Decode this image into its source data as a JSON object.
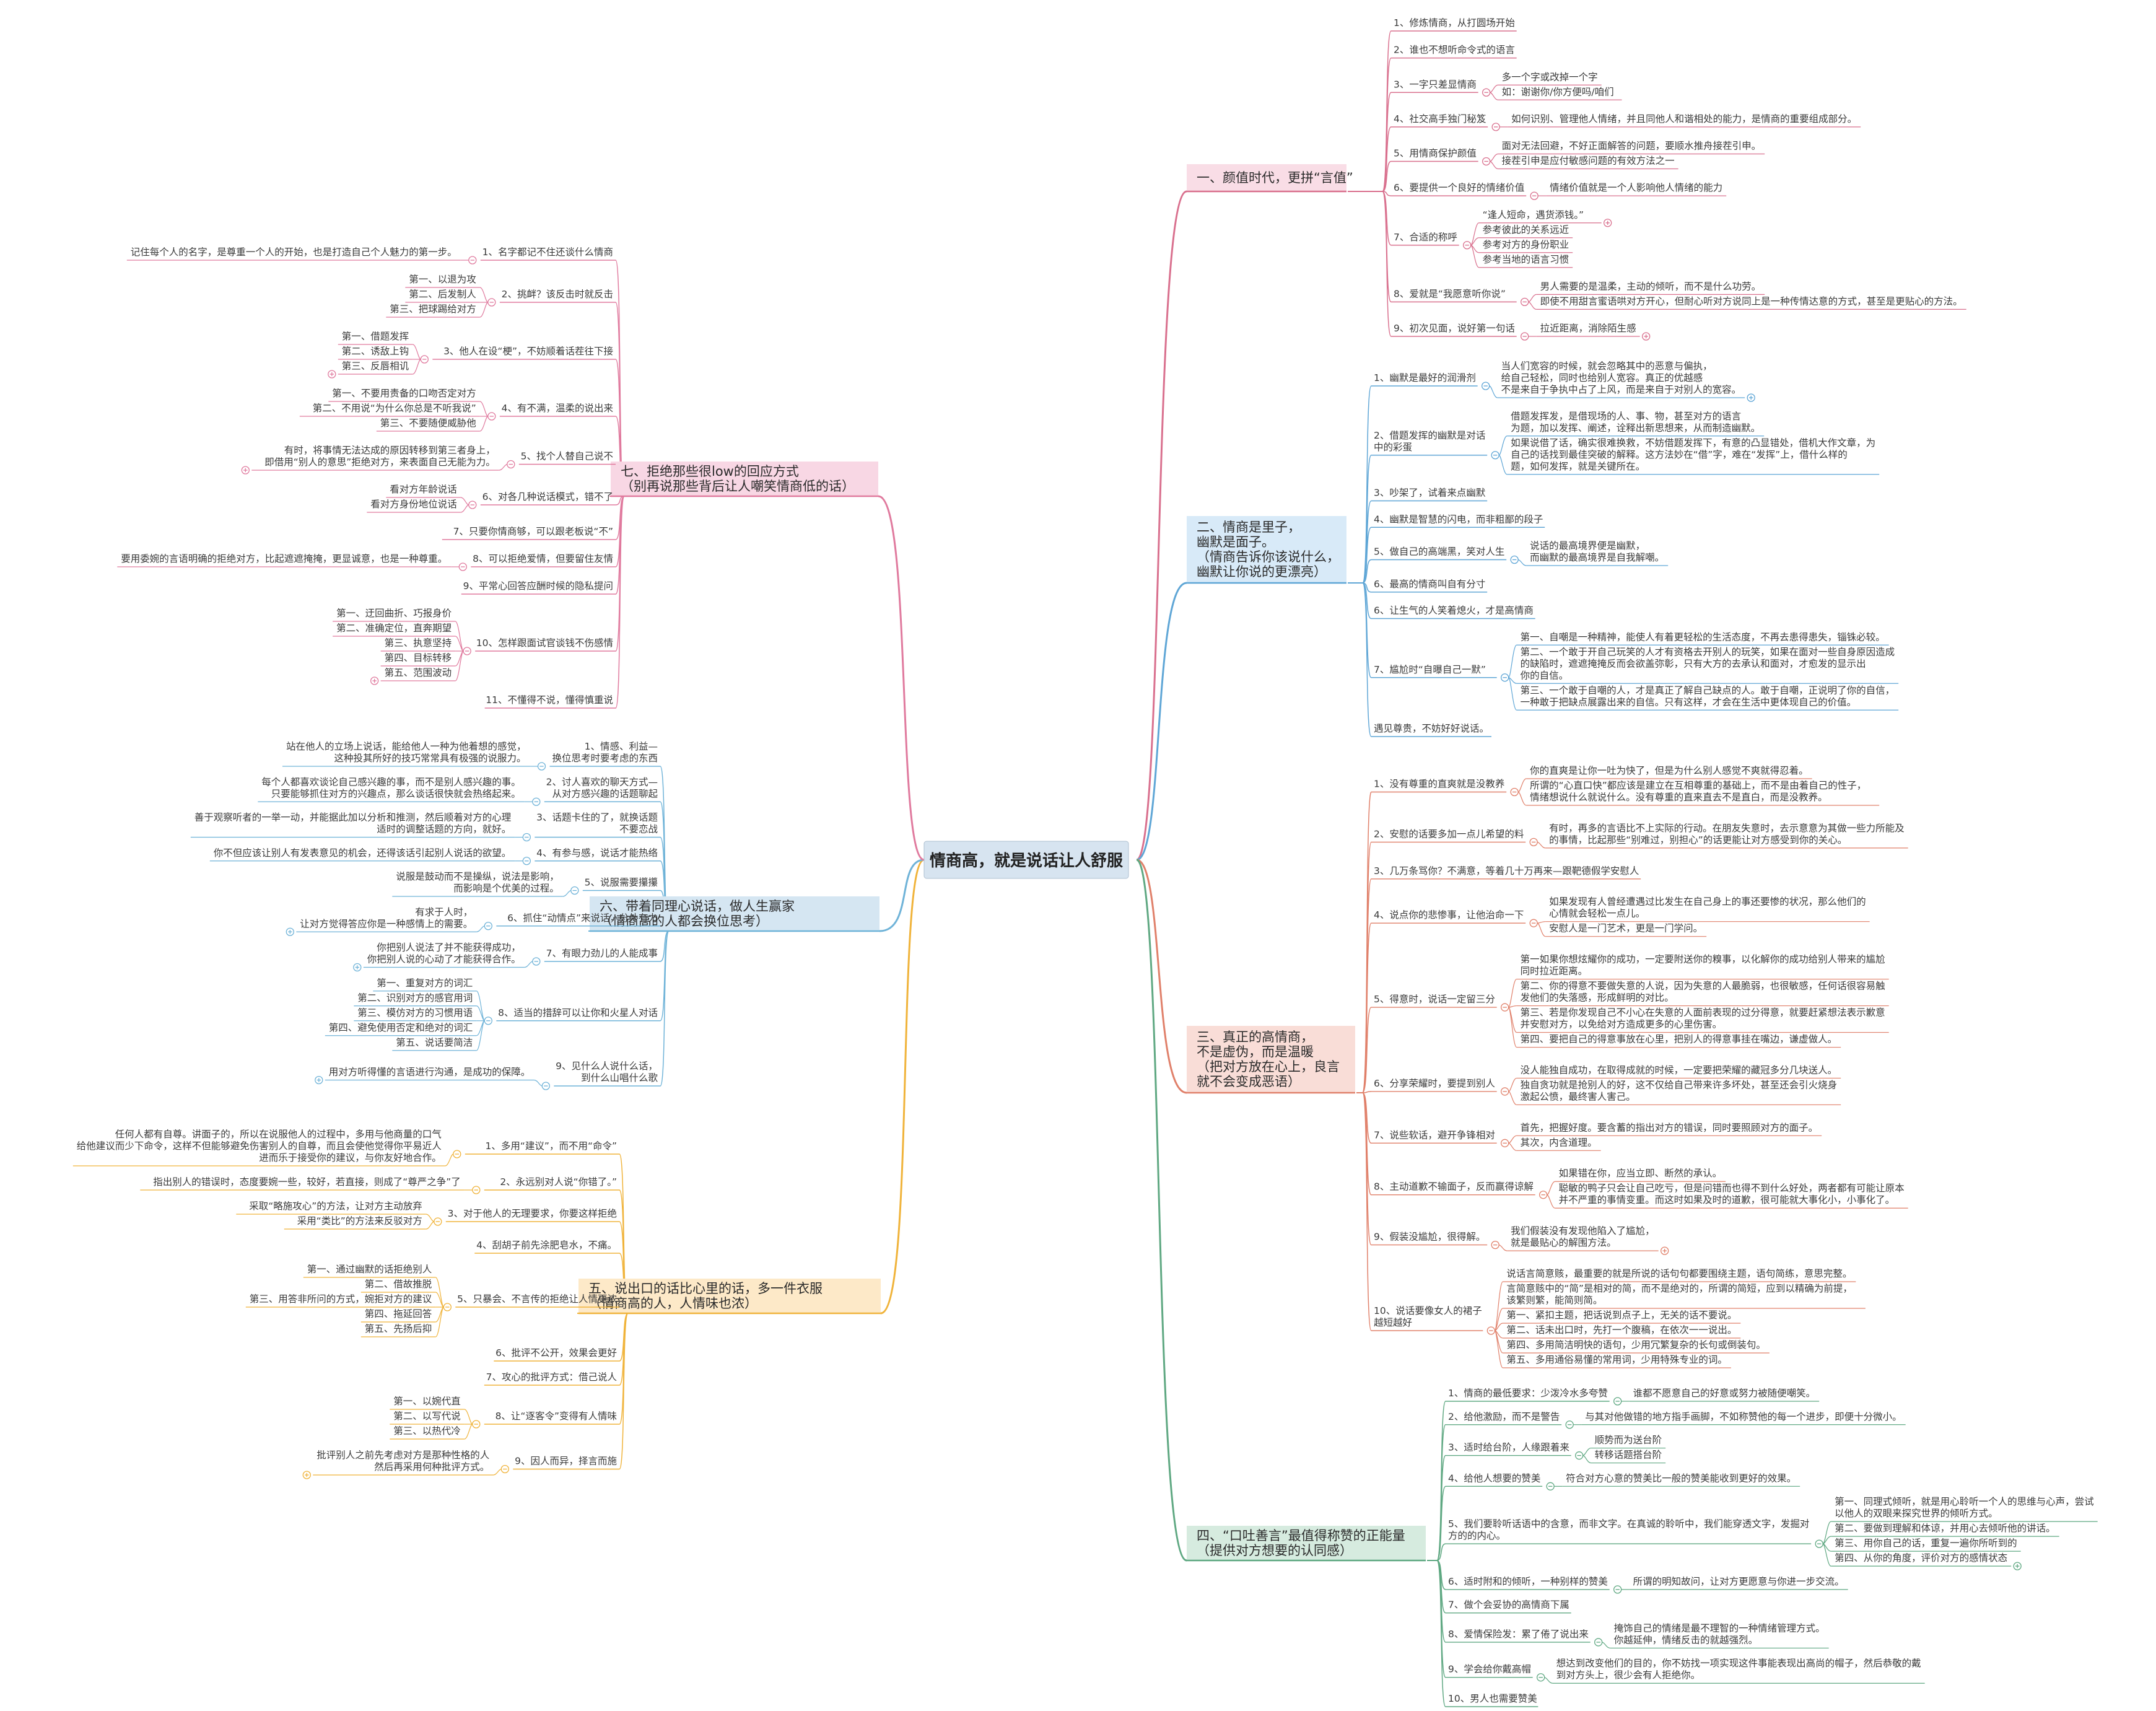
{
  "root": "情商高，就是说话让人舒服",
  "branches": [
    {
      "title": [
        "一、颜值时代，更拼“言值”"
      ],
      "color": "#d9708e",
      "bg": "#f9dde6",
      "children": [
        {
          "text": "1、修炼情商，从打圆场开始"
        },
        {
          "text": "2、谁也不想听命令式的语言"
        },
        {
          "text": "3、一字只差显情商",
          "children": [
            {
              "text": "多一个字或改掉一个字"
            },
            {
              "text": "如：谢谢你/你方便吗/咱们"
            }
          ]
        },
        {
          "text": "4、社交高手独门秘笈",
          "children": [
            {
              "text": "如何识别、管理他人情绪，并且同他人和谐相处的能力，是情商的重要组成部分。"
            }
          ]
        },
        {
          "text": "5、用情商保护颜值",
          "children": [
            {
              "text": "面对无法回避，不好正面解答的问题，要顺水推舟接茬引申。"
            },
            {
              "text": "接茬引申是应付敏感问题的有效方法之一"
            }
          ]
        },
        {
          "text": "6、要提供一个良好的情绪价值",
          "children": [
            {
              "text": "情绪价值就是一个人影响他人情绪的能力"
            }
          ]
        },
        {
          "text": "7、合适的称呼",
          "children": [
            {
              "text": "“逢人短命，遇货添钱。”",
              "collapsed": true
            },
            {
              "text": "参考彼此的关系远近"
            },
            {
              "text": "参考对方的身份职业"
            },
            {
              "text": "参考当地的语言习惯"
            }
          ]
        },
        {
          "text": "8、爱就是“我愿意听你说”",
          "children": [
            {
              "text": "男人需要的是温柔，主动的倾听，而不是什么功劳。"
            },
            {
              "text": "即使不用甜言蜜语哄对方开心，但耐心听对方说同上是一种传情达意的方式，甚至是更贴心的方法。"
            }
          ]
        },
        {
          "text": "9、初次见面，说好第一句话",
          "children": [
            {
              "text": "拉近距离，消除陌生感",
              "collapsed": true
            }
          ]
        }
      ]
    },
    {
      "title": [
        "二、情商是里子，",
        "幽默是面子。",
        "（情商告诉你该说什么，",
        "幽默让你说的更漂亮）"
      ],
      "color": "#5fa6d6",
      "bg": "#d8eaf8",
      "children": [
        {
          "text": "1、幽默是最好的润滑剂",
          "children": [
            {
              "text": "当人们宽容的时候，就会忽略其中的恶意与偏执，\n给自己轻松，同时也给别人宽容。真正的优越感\n不是来自于争执中占了上风，而是来自于对别人的宽容。",
              "collapsed": true
            }
          ]
        },
        {
          "text": "2、借题发挥的幽默是对话\n中的彩蛋",
          "children": [
            {
              "text": "借题发挥发，是借现场的人、事、物，甚至对方的语言\n为题，加以发挥、阐述，诠释出新思想来，从而制造幽默。"
            },
            {
              "text": "如果说借了话，确实很难换救，不妨借题发挥下，有意的凸显错处，借机大作文章，为\n自己的话找到最佳突破的解释。这方法妙在“借”字，难在“发挥”上，借什么样的\n题，如何发挥，就是关键所在。"
            }
          ]
        },
        {
          "text": "3、吵架了，试着来点幽默"
        },
        {
          "text": "4、幽默是智慧的闪电，而非粗鄙的段子"
        },
        {
          "text": "5、做自己的高端黑，笑对人生",
          "children": [
            {
              "text": "说话的最高境界便是幽默，\n而幽默的最高境界是自我解嘲。"
            }
          ]
        },
        {
          "text": "6、最高的情商叫自有分寸"
        },
        {
          "text": "6、让生气的人笑着熄火，才是高情商"
        },
        {
          "text": "7、尴尬时“自曝自己一默”",
          "children": [
            {
              "text": "第一、自嘲是一种精神，能使人有着更轻松的生活态度，不再去患得患失，锱铢必较。"
            },
            {
              "text": "第二、一个敢于开自己玩笑的人才有资格去开别人的玩笑，如果在面对一些自身原因造成\n的缺陷时，遮遮掩掩反而会欲盖弥彰，只有大方的去承认和面对，才愈发的显示出\n你的自信。"
            },
            {
              "text": "第三、一个敢于自嘲的人，才是真正了解自己缺点的人。敢于自嘲，正说明了你的自信，\n一种敢于把缺点展露出来的自信。只有这样，才会在生活中更体现自己的价值。"
            }
          ]
        },
        {
          "text": "遇见尊贵，不妨好好说话。"
        }
      ]
    },
    {
      "title": [
        "三、真正的高情商，",
        "不是虚伪，而是温暖",
        "（把对方放在心上，良言",
        "就不会变成恶语）"
      ],
      "color": "#e0806a",
      "bg": "#f9ddd7",
      "children": [
        {
          "text": "1、没有尊重的直爽就是没教养",
          "children": [
            {
              "text": "你的直爽是让你一吐为快了，但是为什么别人感觉不爽就得忍着。"
            },
            {
              "text": "所谓的“心直口快”都应该是建立在互相尊重的基础上，而不是由着自己的性子，\n情绪想说什么就说什么。没有尊重的直来直去不是直白，而是没教养。"
            }
          ]
        },
        {
          "text": "2、安慰的话要多加一点儿希望的料",
          "children": [
            {
              "text": "有时，再多的言语比不上实际的行动。在朋友失意时，去示意意为其做一些力所能及\n的事情，比起那些“别难过，别担心”的话更能让对方感受到你的关心。"
            }
          ]
        },
        {
          "text": "3、几万条骂你？不满意，等着几十万再来—跟靶德假学安慰人"
        },
        {
          "text": "4、说点你的悲惨事，让他治命一下",
          "children": [
            {
              "text": "如果发现有人曾经遭遇过比发生在自己身上的事还要惨的状况，那么他们的\n心情就会轻松一点儿。"
            },
            {
              "text": "安慰人是一门艺术，更是一门学问。"
            }
          ]
        },
        {
          "text": "5、得意时，说话一定留三分",
          "children": [
            {
              "text": "第一如果你想炫耀你的成功，一定要附送你的糗事，以化解你的成功给别人带来的尴尬\n同时拉近距离。"
            },
            {
              "text": "第二、你的得意不要做失意的人说，因为失意的人最脆弱，也很敏感，任何话很容易触\n发他们的失落感，形成鲜明的对比。"
            },
            {
              "text": "第三、若是你发现自己不小心在失意的人面前表现的过分得意，就要赶紧想法表示歉意\n并安慰对方，以免给对方造成更多的心里伤害。"
            },
            {
              "text": "第四、要把自己的得意事放在心里，把别人的得意事挂在嘴边，谦虚做人。"
            }
          ]
        },
        {
          "text": "6、分享荣耀时，要提到别人",
          "children": [
            {
              "text": "没人能独自成功，在取得成就的时候，一定要把荣耀的藏冠多分几块送人。"
            },
            {
              "text": "独自贪功就是抢别人的好，这不仅给自己带来许多坏处，甚至还会引火烧身\n激起公愤，最终害人害己。"
            }
          ]
        },
        {
          "text": "7、说些软话，避开争锋相对",
          "children": [
            {
              "text": "首先，把握好度。要含蓄的指出对方的错误，同时要照顾对方的面子。"
            },
            {
              "text": "其次，内含道理。"
            }
          ]
        },
        {
          "text": "8、主动道歉不输面子，反而赢得谅解",
          "children": [
            {
              "text": "如果错在你，应当立即、断然的承认。"
            },
            {
              "text": "聪敏的鸭子只会让自己吃亏，但是问错而也得不到什么好处，两者都有可能让原本\n并不严重的事情变重。而这时如果及时的道歉，很可能就大事化小，小事化了。"
            }
          ]
        },
        {
          "text": "9、假装没尴尬，很得解。",
          "children": [
            {
              "text": "我们假装没有发现他陷入了尴尬，\n就是最贴心的解围方法。",
              "collapsed": true
            }
          ]
        },
        {
          "text": "10、说话要像女人的裙子\n越短越好",
          "children": [
            {
              "text": "说话言简意赅，最重要的就是所说的话句句都要围绕主题，语句简练，意思完整。"
            },
            {
              "text": "言简意赅中的“简”是相对的简，而不是绝对的，所谓的简短，应到以精确为前提，\n该繁则繁，能简则简。"
            },
            {
              "text": "第一、紧扣主题，把话说到点子上，无关的话不要说。"
            },
            {
              "text": "第二、话未出口时，先打一个腹稿，在依次一一说出。"
            },
            {
              "text": "第四、多用简洁明快的语句，少用冗繁复杂的长句或倒装句。"
            },
            {
              "text": "第五、多用通俗易懂的常用词，少用特殊专业的词。"
            }
          ]
        }
      ]
    },
    {
      "title": [
        "四、“口吐善言”最值得称赞的正能量",
        "（提供对方想要的认同感）"
      ],
      "color": "#5fa882",
      "bg": "#d6ebdf",
      "children": [
        {
          "text": "1、情商的最低要求：少泼冷水多夸赞",
          "children": [
            {
              "text": "谁都不愿意自己的好意或努力被随便嘲笑。"
            }
          ]
        },
        {
          "text": "2、给他激励，而不是警告",
          "children": [
            {
              "text": "与其对他做错的地方指手画脚，不如称赞他的每一个进步，即便十分微小。"
            }
          ]
        },
        {
          "text": "3、适时给台阶，人缘跟着来",
          "children": [
            {
              "text": "顺势而为送台阶"
            },
            {
              "text": "转移话题搭台阶"
            }
          ]
        },
        {
          "text": "4、给他人想要的赞美",
          "children": [
            {
              "text": "符合对方心意的赞美比一般的赞美能收到更好的效果。"
            }
          ]
        },
        {
          "text": "5、我们要聆听话语中的含意，而非文字。在真诚的聆听中，我们能穿透文字，发掘对\n方的的内心。",
          "children": [
            {
              "text": "第一、同理式倾听，就是用心聆听一个人的思维与心声，尝试\n以他人的双眼来探究世界的倾听方式。"
            },
            {
              "text": "第二、要做到理解和体谅，并用心去倾听他的讲话。"
            },
            {
              "text": "第三、用你自己的话，重复一遍你所听到的"
            },
            {
              "text": "第四、从你的角度，评价对方的感情状态",
              "collapsed": true
            }
          ]
        },
        {
          "text": "6、适时附和的倾听，一种别样的赞美",
          "children": [
            {
              "text": "所谓的明知故问，让对方更愿意与你进一步交流。"
            }
          ]
        },
        {
          "text": "7、做个会妥协的高情商下属"
        },
        {
          "text": "8、爱情保险发：累了倦了说出来",
          "children": [
            {
              "text": "掩饰自己的情绪是最不理智的一种情绪管理方式。\n你越延伸，情绪反击的就越强烈。"
            }
          ]
        },
        {
          "text": "9、学会给你戴高帽",
          "children": [
            {
              "text": "想达到改变他们的目的，你不妨找一项实现这件事能表现出高尚的帽子，然后恭敬的戴\n到对方头上，很少会有人拒绝你。"
            }
          ]
        },
        {
          "text": "10、男人也需要赞美"
        }
      ]
    },
    {
      "title": [
        "五、说出口的话比心里的话，多一件衣服",
        "（情商高的人，人情味也浓）"
      ],
      "color": "#f0b33a",
      "bg": "#fde9c8",
      "children": [
        {
          "text": "1、多用“建议”，而不用“命令”",
          "children": [
            {
              "text": "任何人都有自尊。讲面子的，所以在说服他人的过程中，多用与他商量的口气\n给他建议而少下命令，这样不但能够避免伤害别人的自尊，而且会使他觉得你平易近人\n进而乐于接受你的建议，与你友好地合作。"
            }
          ]
        },
        {
          "text": "2、永远别对人说“你错了。”",
          "children": [
            {
              "text": "指出别人的错误时，态度要婉一些，较好，若直接，则成了“尊严之争”了"
            }
          ]
        },
        {
          "text": "3、对于他人的无理要求，你要这样拒绝",
          "children": [
            {
              "text": "采取“略施攻心”的方法，让对方主动放弃"
            },
            {
              "text": "采用“类比”的方法来反驳对方"
            }
          ]
        },
        {
          "text": "4、刮胡子前先涂肥皂水，不痛。"
        },
        {
          "text": "5、只暴会、不言传的拒绝让人情更浓",
          "children": [
            {
              "text": "第一、通过幽默的话拒绝别人"
            },
            {
              "text": "第二、借故推脱"
            },
            {
              "text": "第三、用答非所问的方式，婉拒对方的建议"
            },
            {
              "text": "第四、拖延回答"
            },
            {
              "text": "第五、先扬后抑"
            }
          ]
        },
        {
          "text": "6、批评不公开，效果会更好"
        },
        {
          "text": "7、攻心的批评方式：借己说人"
        },
        {
          "text": "8、让“逐客令”变得有人情味",
          "children": [
            {
              "text": "第一、以婉代直"
            },
            {
              "text": "第二、以写代说"
            },
            {
              "text": "第三、以热代冷"
            }
          ]
        },
        {
          "text": "9、因人而异，择言而施",
          "children": [
            {
              "text": "批评别人之前先考虑对方是那种性格的人\n然后再采用何种批评方式。",
              "collapsed": true
            }
          ]
        }
      ]
    },
    {
      "title": [
        "六、带着同理心说话，做人生赢家",
        "（情商高的人都会换位思考）"
      ],
      "color": "#6fb3d8",
      "bg": "#d5e6f2",
      "children": [
        {
          "text": "1、情感、利益—\n换位思考时要考虑的东西",
          "children": [
            {
              "text": "站在他人的立场上说话，能给他人一种为他着想的感觉，\n这种投其所好的技巧常常具有极强的说服力。"
            }
          ]
        },
        {
          "text": "2、讨人喜欢的聊天方式—\n从对方感兴趣的话题聊起",
          "children": [
            {
              "text": "每个人都喜欢谈论自己感兴趣的事，而不是别人感兴趣的事。\n只要能够抓住对方的兴趣点，那么谈话很快就会热络起来。"
            }
          ]
        },
        {
          "text": "3、话题卡住的了，就换话题\n不要恋战",
          "children": [
            {
              "text": "善于观察听者的一举一动，并能据此加以分析和推测，然后顺着对方的心理\n适时的调整话题的方向，就好。"
            }
          ]
        },
        {
          "text": "4、有参与感，说话才能热络",
          "children": [
            {
              "text": "你不但应该让别人有发表意见的机会，还得该话引起别人说话的欲望。"
            }
          ]
        },
        {
          "text": "5、说服需要攥攥",
          "children": [
            {
              "text": "说服是鼓动而不是操纵，说法是影响，\n而影响是个优美的过程。"
            }
          ]
        },
        {
          "text": "6、抓住“动情点”来说话，分外有力",
          "children": [
            {
              "text": "有求于人时，\n让对方觉得答应你是一种感情上的需要。",
              "collapsed": true
            }
          ]
        },
        {
          "text": "7、有眼力劲儿的人能成事",
          "children": [
            {
              "text": "你把别人说法了并不能获得成功，\n你把别人说的心动了才能获得合作。",
              "collapsed": true
            }
          ]
        },
        {
          "text": "8、适当的措辞可以让你和火星人对话",
          "children": [
            {
              "text": "第一、重复对方的词汇"
            },
            {
              "text": "第二、识别对方的感官用词"
            },
            {
              "text": "第三、模仿对方的习惯用语"
            },
            {
              "text": "第四、避免使用否定和绝对的词汇"
            },
            {
              "text": "第五、说话要简洁"
            }
          ]
        },
        {
          "text": "9、见什么人说什么话，\n到什么山唱什么歌",
          "children": [
            {
              "text": "用对方听得懂的言语进行沟通，是成功的保障。",
              "collapsed": true
            }
          ]
        }
      ]
    },
    {
      "title": [
        "七、拒绝那些很low的回应方式",
        "（别再说那些背后让人嘲笑情商低的话）"
      ],
      "color": "#e07a9e",
      "bg": "#f8d7e4",
      "children": [
        {
          "text": "1、名字都记不住还谈什么情商",
          "children": [
            {
              "text": "记住每个人的名字，是尊重一个人的开始，也是打造自己个人魅力的第一步。"
            }
          ]
        },
        {
          "text": "2、挑衅？该反击时就反击",
          "children": [
            {
              "text": "第一、以退为攻"
            },
            {
              "text": "第二、后发制人"
            },
            {
              "text": "第三、把球踢给对方"
            }
          ]
        },
        {
          "text": "3、他人在设“梗”，不妨顺着话茬往下接",
          "children": [
            {
              "text": "第一、借题发挥"
            },
            {
              "text": "第二、诱敌上钩"
            },
            {
              "text": "第三、反唇相讥",
              "collapsed": true
            }
          ]
        },
        {
          "text": "4、有不满，温柔的说出来",
          "children": [
            {
              "text": "第一、不要用责备的口吻否定对方"
            },
            {
              "text": "第二、不用说“为什么你总是不听我说”"
            },
            {
              "text": "第三、不要随便威胁他"
            }
          ]
        },
        {
          "text": "5、找个人替自己说不",
          "children": [
            {
              "text": "有时，将事情无法达成的原因转移到第三者身上，\n即借用“别人的意思”拒绝对方，来表面自己无能为力。",
              "collapsed": true
            }
          ]
        },
        {
          "text": "6、对各几种说话模式，错不了",
          "children": [
            {
              "text": "看对方年龄说话"
            },
            {
              "text": "看对方身份地位说话"
            }
          ]
        },
        {
          "text": "7、只要你情商够，可以跟老板说“不”"
        },
        {
          "text": "8、可以拒绝爱情，但要留住友情",
          "children": [
            {
              "text": "要用委婉的言语明确的拒绝对方，比起遮遮掩掩，更显诚意，也是一种尊重。"
            }
          ]
        },
        {
          "text": "9、平常心回答应酬时候的隐私提问"
        },
        {
          "text": "10、怎样跟面试官谈钱不伤感情",
          "children": [
            {
              "text": "第一、迂回曲折、巧报身价"
            },
            {
              "text": "第二、准确定位，直奔期望"
            },
            {
              "text": "第三、执意坚持"
            },
            {
              "text": "第四、目标转移"
            },
            {
              "text": "第五、范围波动",
              "collapsed": true
            }
          ]
        },
        {
          "text": "11、不懂得不说，懂得慎重说"
        }
      ]
    }
  ]
}
